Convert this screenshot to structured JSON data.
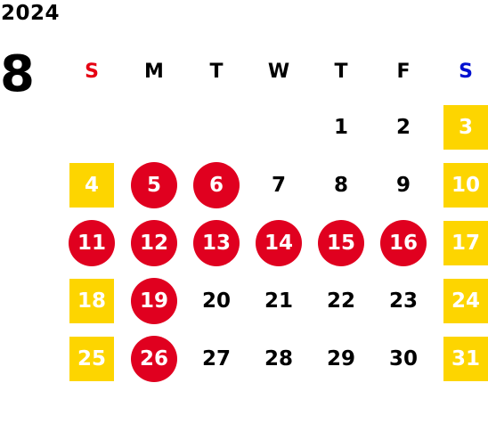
{
  "calendar": {
    "year": "2024",
    "month": "8",
    "weekdays": [
      {
        "label": "S",
        "kind": "sun"
      },
      {
        "label": "M",
        "kind": ""
      },
      {
        "label": "T",
        "kind": ""
      },
      {
        "label": "W",
        "kind": ""
      },
      {
        "label": "T",
        "kind": ""
      },
      {
        "label": "F",
        "kind": ""
      },
      {
        "label": "S",
        "kind": "sat"
      }
    ],
    "weeks": [
      [
        null,
        null,
        null,
        null,
        {
          "d": "1",
          "style": "plain"
        },
        {
          "d": "2",
          "style": "plain"
        },
        {
          "d": "3",
          "style": "square"
        }
      ],
      [
        {
          "d": "4",
          "style": "square"
        },
        {
          "d": "5",
          "style": "circle"
        },
        {
          "d": "6",
          "style": "circle"
        },
        {
          "d": "7",
          "style": "plain"
        },
        {
          "d": "8",
          "style": "plain"
        },
        {
          "d": "9",
          "style": "plain"
        },
        {
          "d": "10",
          "style": "square"
        }
      ],
      [
        {
          "d": "11",
          "style": "circle"
        },
        {
          "d": "12",
          "style": "circle"
        },
        {
          "d": "13",
          "style": "circle"
        },
        {
          "d": "14",
          "style": "circle"
        },
        {
          "d": "15",
          "style": "circle"
        },
        {
          "d": "16",
          "style": "circle"
        },
        {
          "d": "17",
          "style": "square"
        }
      ],
      [
        {
          "d": "18",
          "style": "square"
        },
        {
          "d": "19",
          "style": "circle"
        },
        {
          "d": "20",
          "style": "plain"
        },
        {
          "d": "21",
          "style": "plain"
        },
        {
          "d": "22",
          "style": "plain"
        },
        {
          "d": "23",
          "style": "plain"
        },
        {
          "d": "24",
          "style": "square"
        }
      ],
      [
        {
          "d": "25",
          "style": "square"
        },
        {
          "d": "26",
          "style": "circle"
        },
        {
          "d": "27",
          "style": "plain"
        },
        {
          "d": "28",
          "style": "plain"
        },
        {
          "d": "29",
          "style": "plain"
        },
        {
          "d": "30",
          "style": "plain"
        },
        {
          "d": "31",
          "style": "square"
        }
      ]
    ]
  },
  "colors": {
    "circle_red": "#e0001f",
    "square_yellow": "#fdd500",
    "sunday_red": "#e60012",
    "saturday_blue": "#0010d0"
  }
}
